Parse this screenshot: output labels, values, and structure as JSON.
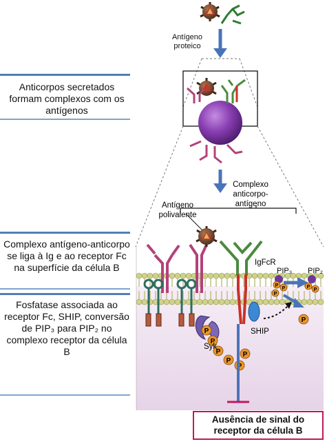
{
  "side_labels": [
    {
      "text": "Anticorpos secretados formam complexos com os antígenos"
    },
    {
      "text": "Complexo antígeno-anticorpo se liga à Ig e ao receptor Fc na superfície da célula B"
    },
    {
      "text": "Fosfatase associada ao receptor Fc, SHIP, conversão de PIP₃ para PIP₂ no complexo receptor da célula B"
    }
  ],
  "labels": {
    "antigen_protein": "Antígeno proteico",
    "complex": "Complexo anticorpo-antígeno",
    "polyvalent": "Antígeno polivalente",
    "igfcr": "IgFcR",
    "pip3": "PIP₃",
    "pip2": "PIP₂",
    "syk": "Syk",
    "ship": "SHIP",
    "p": "P"
  },
  "result": "Ausência de sinal do receptor da célula B",
  "colors": {
    "arrow": "#4a74b8",
    "membrane": "#cfd38a",
    "cell_interior": "#efe0ee",
    "cell_purple": "#6a2c8c",
    "receptor_magenta": "#b3427a",
    "antibody_green": "#5a9a4e",
    "fcr_red": "#c8322a",
    "phospho_orange": "#e8962a",
    "result_border": "#c0185a"
  }
}
